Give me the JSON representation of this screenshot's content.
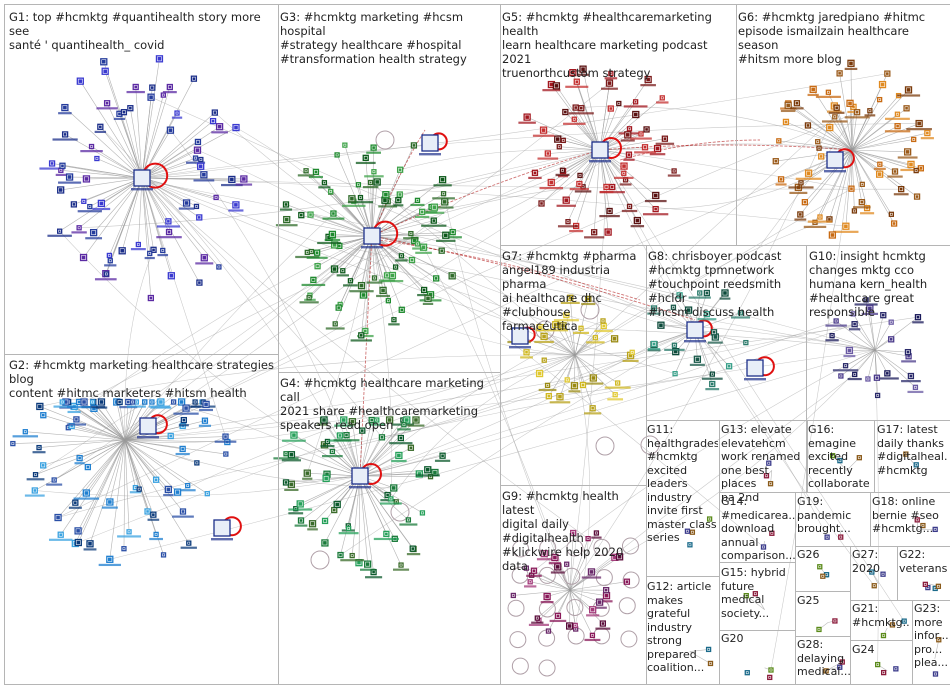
{
  "groups": [
    {
      "id": "G1",
      "label": "G1: top #hcmktg #quantihealth story more see\nsanté ' quantihealth_ covid"
    },
    {
      "id": "G2",
      "label": "G2: #hcmktg marketing healthcare strategies blog\ncontent #hitmc marketers #hitsm health"
    },
    {
      "id": "G3",
      "label": "G3: #hcmktg marketing #hcsm hospital\n#strategy healthcare #hospital\n#transformation health strategy"
    },
    {
      "id": "G4",
      "label": "G4: #hcmktg healthcare marketing call\n2021 share #healthcaremarketing\nspeakers read open"
    },
    {
      "id": "G5",
      "label": "G5: #hcmktg #healthcaremarketing health\nlearn healthcare marketing podcast 2021\ntruenorthcustom strategy"
    },
    {
      "id": "G6",
      "label": "G6: #hcmktg jaredpiano #hitmc\nepisode ismailzain healthcare season\n#hitsm more blog"
    },
    {
      "id": "G7",
      "label": "G7: #hcmktg #pharma\nangel189 industria pharma\nai healthcare dhc\n#clubhouse farmacéutica"
    },
    {
      "id": "G8",
      "label": "G8: chrisboyer podcast\n#hcmktg tpmnetwork\n#touchpoint reedsmith #hcldr\n#hcsm discuss health"
    },
    {
      "id": "G9",
      "label": "G9: #hcmktg health latest\ndigital daily #digitalhealth\n#klickwire help 2020 data"
    },
    {
      "id": "G10",
      "label": "G10: insight hcmktg\nchanges mktg cco\nhumana kern_health\n#healthcare great\nresponsible"
    },
    {
      "id": "G11",
      "label": "G11:\nhealthgrades\n#hcmktg\nexcited\nleaders\nindustry\ninvite first\nmaster class\nseries"
    },
    {
      "id": "G12",
      "label": "G12: article\nmakes\ngrateful\nindustry\nstrong\nprepared\ncoalition..."
    },
    {
      "id": "G13",
      "label": "G13: elevate\nelevatehcm\nwork renamed\none best places\npa 2nd"
    },
    {
      "id": "G14",
      "label": "G14:\n#medicarea...\ndownload\nannual\ncomparison..."
    },
    {
      "id": "G15",
      "label": "G15: hybrid\nfuture\nmedical\nsociety..."
    },
    {
      "id": "G16",
      "label": "G16:\nemagine\nexcited\nrecently\ncollaborate"
    },
    {
      "id": "G17",
      "label": "G17: latest\ndaily thanks\n#digitalheal...\n#hcmktg"
    },
    {
      "id": "G18",
      "label": "G18: online\nbernie #seo\n#hcmktg..."
    },
    {
      "id": "G19",
      "label": "G19:\npandemic\nbrought..."
    },
    {
      "id": "G20",
      "label": "G20"
    },
    {
      "id": "G21",
      "label": "G21:\n#hcmktg..."
    },
    {
      "id": "G22",
      "label": "G22:\nveterans"
    },
    {
      "id": "G23",
      "label": "G23:\nmore\ninfor...\npro...\nplea..."
    },
    {
      "id": "G24",
      "label": "G24"
    },
    {
      "id": "G25",
      "label": "G25"
    },
    {
      "id": "G26",
      "label": "G26"
    },
    {
      "id": "G27",
      "label": "G27:\n2020"
    },
    {
      "id": "G28",
      "label": "G28:\ndelaying\nmedical..."
    }
  ],
  "colors": {
    "background": "#ffffff",
    "cell_border": "#b5b5b5",
    "edge": "#9a9a9a",
    "highlight_edge": "#b01818",
    "self_loop": "#e01010",
    "label_text": "#222222"
  }
}
